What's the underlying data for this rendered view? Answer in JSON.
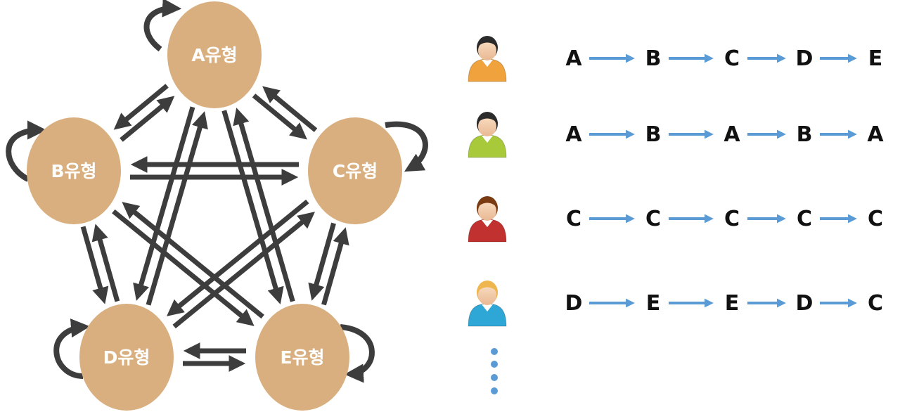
{
  "colors": {
    "node_fill": "#d9af7f",
    "arrow_dark": "#3d3d3d",
    "arrow_blue": "#5b9bd5",
    "dots": "#5b9bd5"
  },
  "nodes": [
    {
      "id": "A",
      "label": "A유형"
    },
    {
      "id": "B",
      "label": "B유형"
    },
    {
      "id": "C",
      "label": "C유형"
    },
    {
      "id": "D",
      "label": "D유형"
    },
    {
      "id": "E",
      "label": "E유형"
    }
  ],
  "sequences": [
    {
      "person": "person-icon-orange-shirt",
      "shirt_color": "#f0a23c",
      "hair_color": "#2b2b2b",
      "steps": [
        "A",
        "B",
        "C",
        "D",
        "E"
      ]
    },
    {
      "person": "person-icon-green-shirt",
      "shirt_color": "#a8c93a",
      "hair_color": "#2b2b2b",
      "steps": [
        "A",
        "B",
        "A",
        "B",
        "A"
      ]
    },
    {
      "person": "person-icon-red-shirt",
      "shirt_color": "#c0312f",
      "hair_color": "#7a3b12",
      "steps": [
        "C",
        "C",
        "C",
        "C",
        "C"
      ]
    },
    {
      "person": "person-icon-blue-shirt",
      "shirt_color": "#2ea6d6",
      "hair_color": "#f0b64e",
      "steps": [
        "D",
        "E",
        "E",
        "D",
        "C"
      ]
    }
  ],
  "continuation": "more-rows-dots"
}
